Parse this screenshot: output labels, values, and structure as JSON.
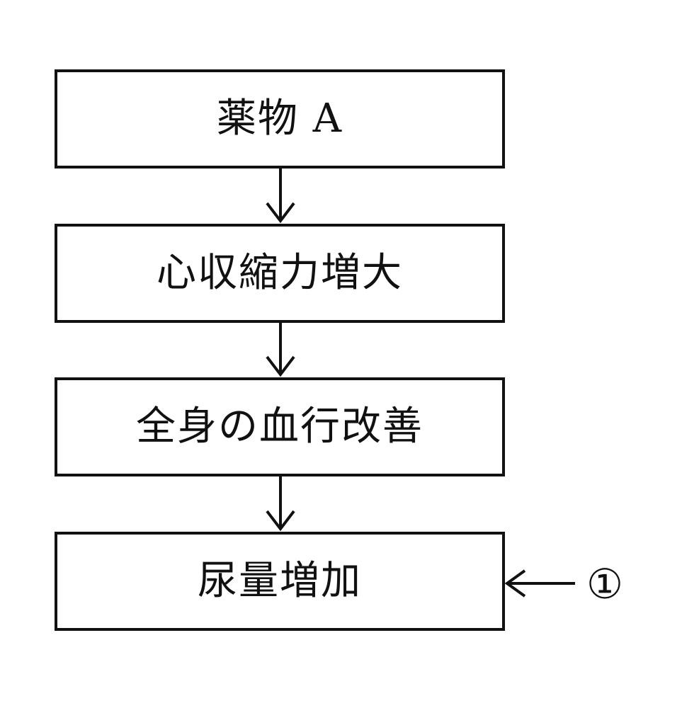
{
  "flowchart": {
    "steps": [
      {
        "label": "薬物 A"
      },
      {
        "label": "心収縮力増大"
      },
      {
        "label": "全身の血行改善"
      },
      {
        "label": "尿量増加"
      }
    ],
    "side_marker": "①"
  },
  "colors": {
    "line": "#111111",
    "background": "#ffffff"
  }
}
